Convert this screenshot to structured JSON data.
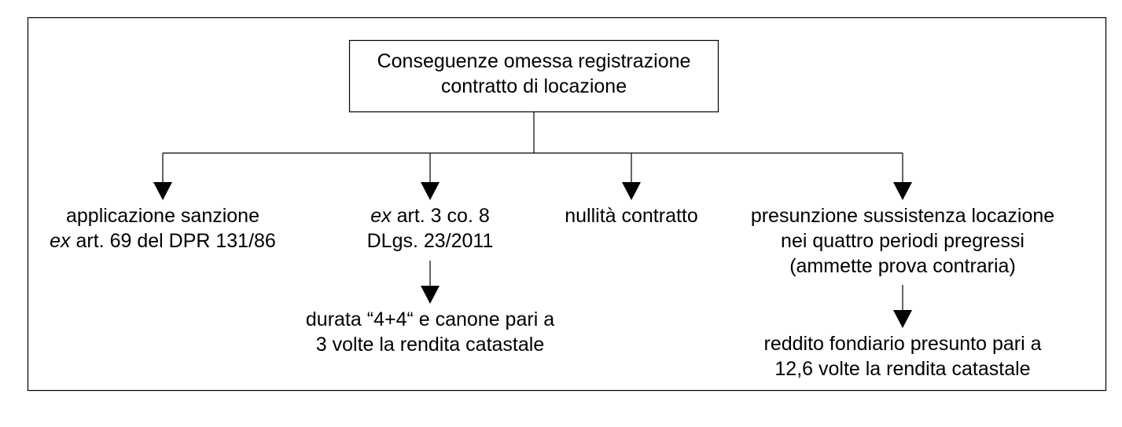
{
  "root": {
    "line1": "Conseguenze omessa registrazione",
    "line2": "contratto di locazione"
  },
  "branches": [
    {
      "line1": "applicazione sanzione",
      "line2_italic": "ex",
      "line2_rest": " art. 69 del DPR 131/86"
    },
    {
      "line1_italic": "ex",
      "line1_rest": " art. 3 co. 8",
      "line2": "DLgs. 23/2011",
      "child": {
        "line1": "durata “4+4“ e canone pari a",
        "line2": "3 volte la rendita catastale"
      }
    },
    {
      "line1": "nullità contratto"
    },
    {
      "line1": "presunzione sussistenza locazione",
      "line2": "nei quattro periodi pregressi",
      "line3": "(ammette prova contraria)",
      "child": {
        "line1": "reddito fondiario presunto pari a",
        "line2": "12,6 volte la rendita catastale"
      }
    }
  ],
  "colors": {
    "line": "#000000",
    "background": "#ffffff"
  }
}
